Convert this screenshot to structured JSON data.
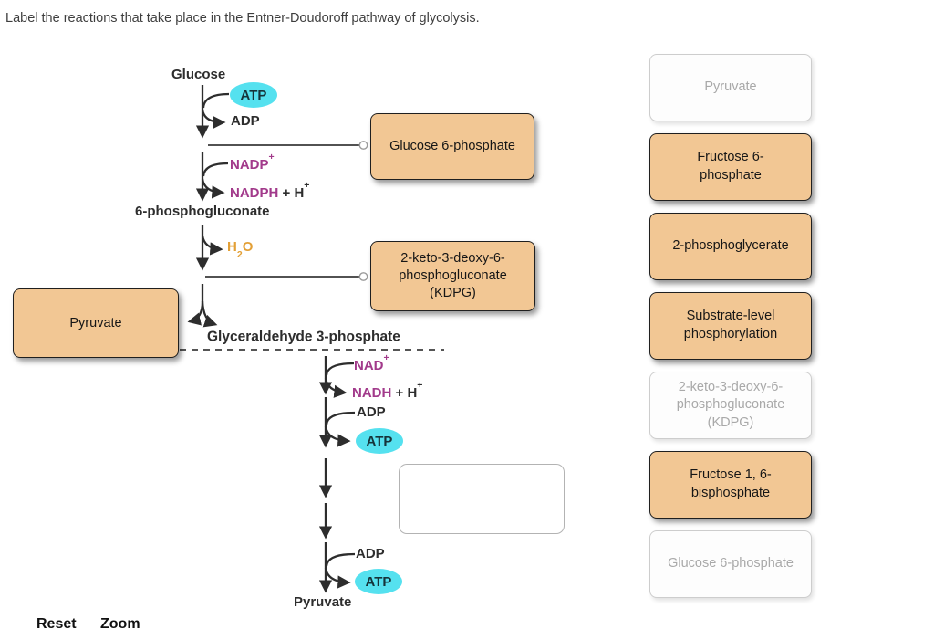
{
  "title": "Label the reactions that take place in the Entner-Doudoroff pathway of glycolysis.",
  "colors": {
    "tile_orange": "#F2C794",
    "atp_cyan": "#55E1EF",
    "cofactor_purple": "#A23A8B",
    "water_orange": "#E3A037"
  },
  "diagram": {
    "glucose_label": "Glucose",
    "atp_label": "ATP",
    "adp_label": "ADP",
    "nadp": {
      "base": "NADP",
      "sup": "+"
    },
    "nadph": {
      "base": "NADPH",
      "mid": " + H",
      "sup": "+"
    },
    "six_phosphogluconate_label": "6-phosphogluconate",
    "h2o": {
      "h": "H",
      "sub": "2",
      "o": "O"
    },
    "gap_label": "Glyceraldehyde 3-phosphate",
    "nad": {
      "base": "NAD",
      "sup": "+"
    },
    "nadh": {
      "base": "NADH",
      "mid": " + H",
      "sup": "+"
    },
    "pyruvate_label": "Pyruvate",
    "placed_boxes": {
      "glucose6p": "Glucose 6-phosphate",
      "kdpg": "2-keto-3-deoxy-6-phosphogluconate (KDPG)",
      "pyruvate": "Pyruvate"
    }
  },
  "bank": {
    "tiles": [
      {
        "label": "Pyruvate",
        "used": true
      },
      {
        "label": "Fructose 6-phosphate",
        "used": false
      },
      {
        "label": "2-phosphoglycerate",
        "used": false
      },
      {
        "label": "Substrate-level phosphorylation",
        "used": false
      },
      {
        "label": "2-keto-3-deoxy-6-phosphogluconate (KDPG)",
        "used": true
      },
      {
        "label": "Fructose 1, 6-bisphosphate",
        "used": false
      },
      {
        "label": "Glucose 6-phosphate",
        "used": true
      }
    ]
  },
  "controls": {
    "reset_label": "Reset",
    "zoom_label": "Zoom"
  }
}
